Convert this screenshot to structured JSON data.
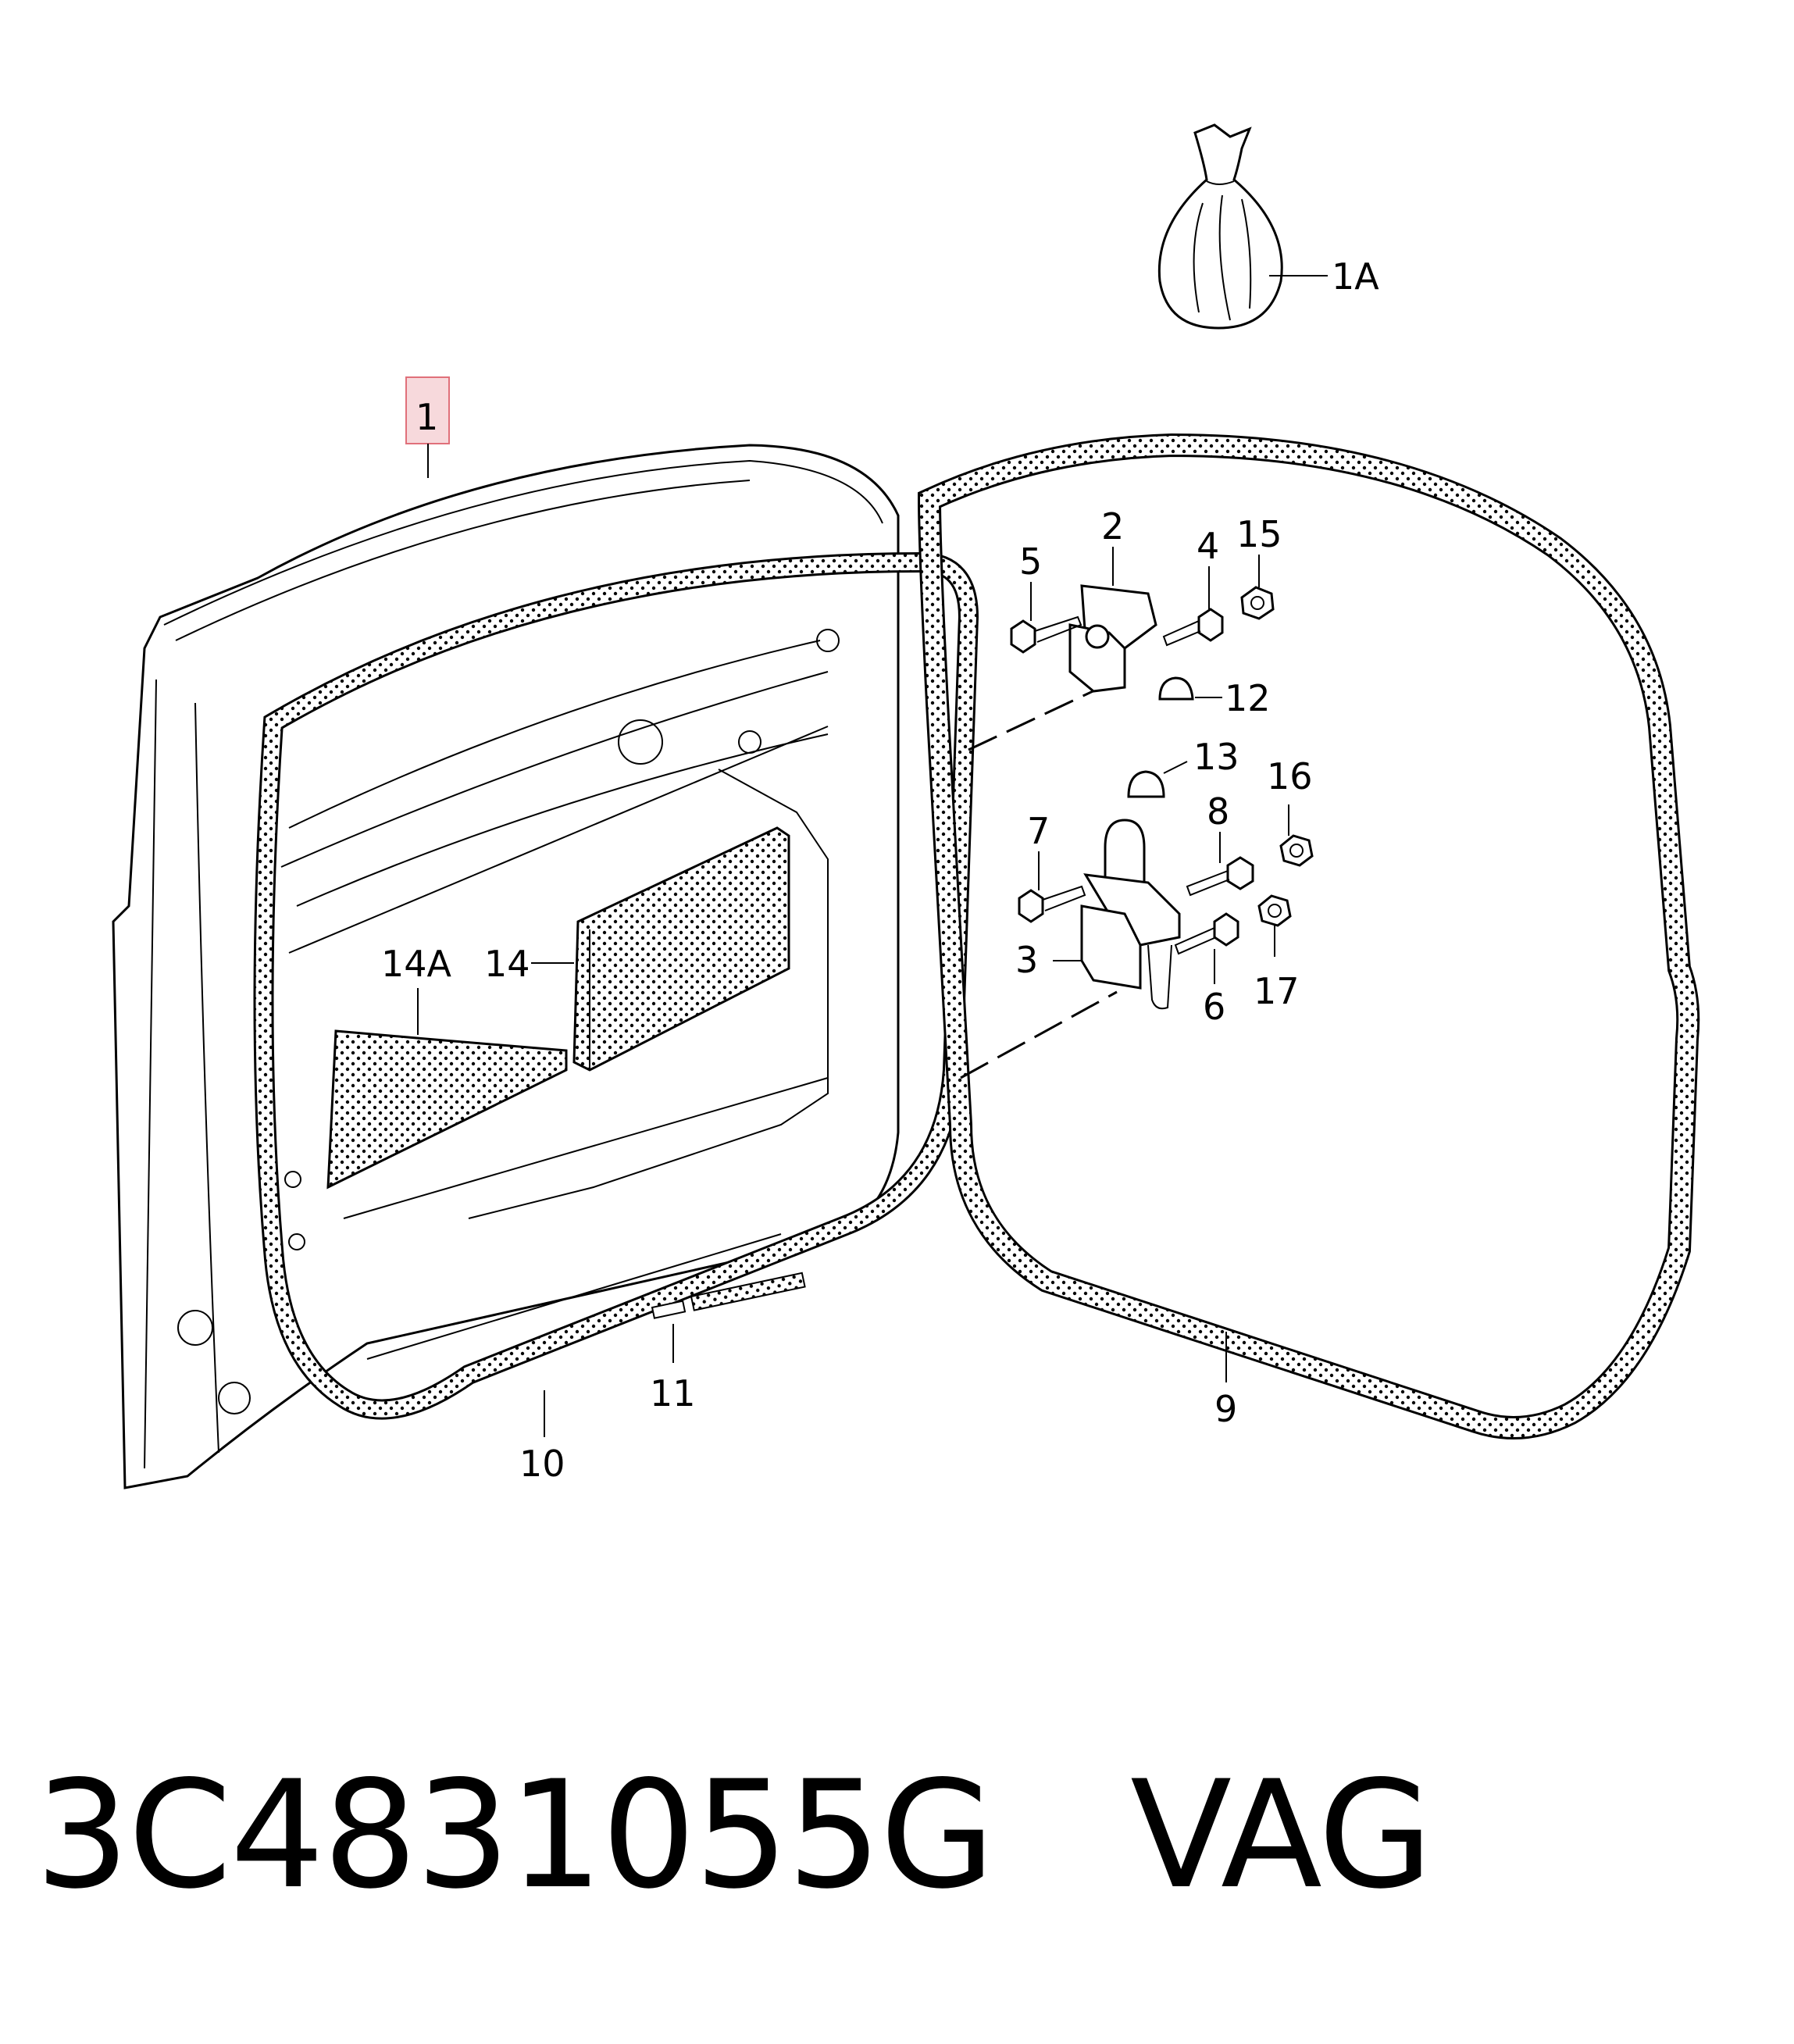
{
  "callouts": {
    "c1": "1",
    "c1A": "1A",
    "c2": "2",
    "c3": "3",
    "c4": "4",
    "c5": "5",
    "c6": "6",
    "c7": "7",
    "c8": "8",
    "c9": "9",
    "c10": "10",
    "c11": "11",
    "c12": "12",
    "c13": "13",
    "c14": "14",
    "c14A": "14A",
    "c15": "15",
    "c16": "16",
    "c17": "17"
  },
  "colors": {
    "highlight_fill": "#f7d9dc",
    "highlight_border": "#e0707a",
    "line": "#000000"
  },
  "footer": {
    "part_number": "3C4831055G",
    "brand": "VAG"
  }
}
